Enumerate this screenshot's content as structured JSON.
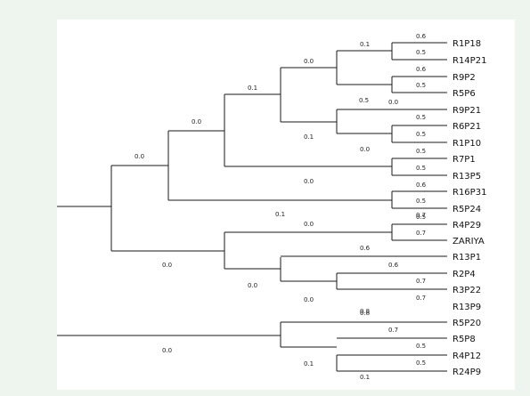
{
  "tree": {
    "leaves": [
      "R1P18",
      "R14P21",
      "R9P2",
      "R5P6",
      "R9P21",
      "R6P21",
      "R1P10",
      "R7P1",
      "R13P5",
      "R16P31",
      "R5P24",
      "R4P29",
      "ZARIYA",
      "R13P1",
      "R2P4",
      "R3P22",
      "R13P9",
      "R5P20",
      "R5P8",
      "R4P12",
      "R24P9"
    ],
    "branch_labels": [
      "0.6",
      "0.5",
      "0.1",
      "0.6",
      "0.5",
      "0.0",
      "0.5",
      "0.0",
      "0.5",
      "0.5",
      "0.1",
      "0.5",
      "0.0",
      "0.1",
      "0.5",
      "0.6",
      "0.0",
      "0.0",
      "0.5",
      "0.5",
      "0.0",
      "0.1",
      "0.7",
      "0.0",
      "0.7",
      "0.6",
      "0.0",
      "0.6",
      "0.0",
      "0.7",
      "0.0",
      "0.7",
      "0.8",
      "0.8",
      "0.7",
      "0.0",
      "0.5",
      "0.1",
      "0.5",
      "0.1"
    ]
  }
}
